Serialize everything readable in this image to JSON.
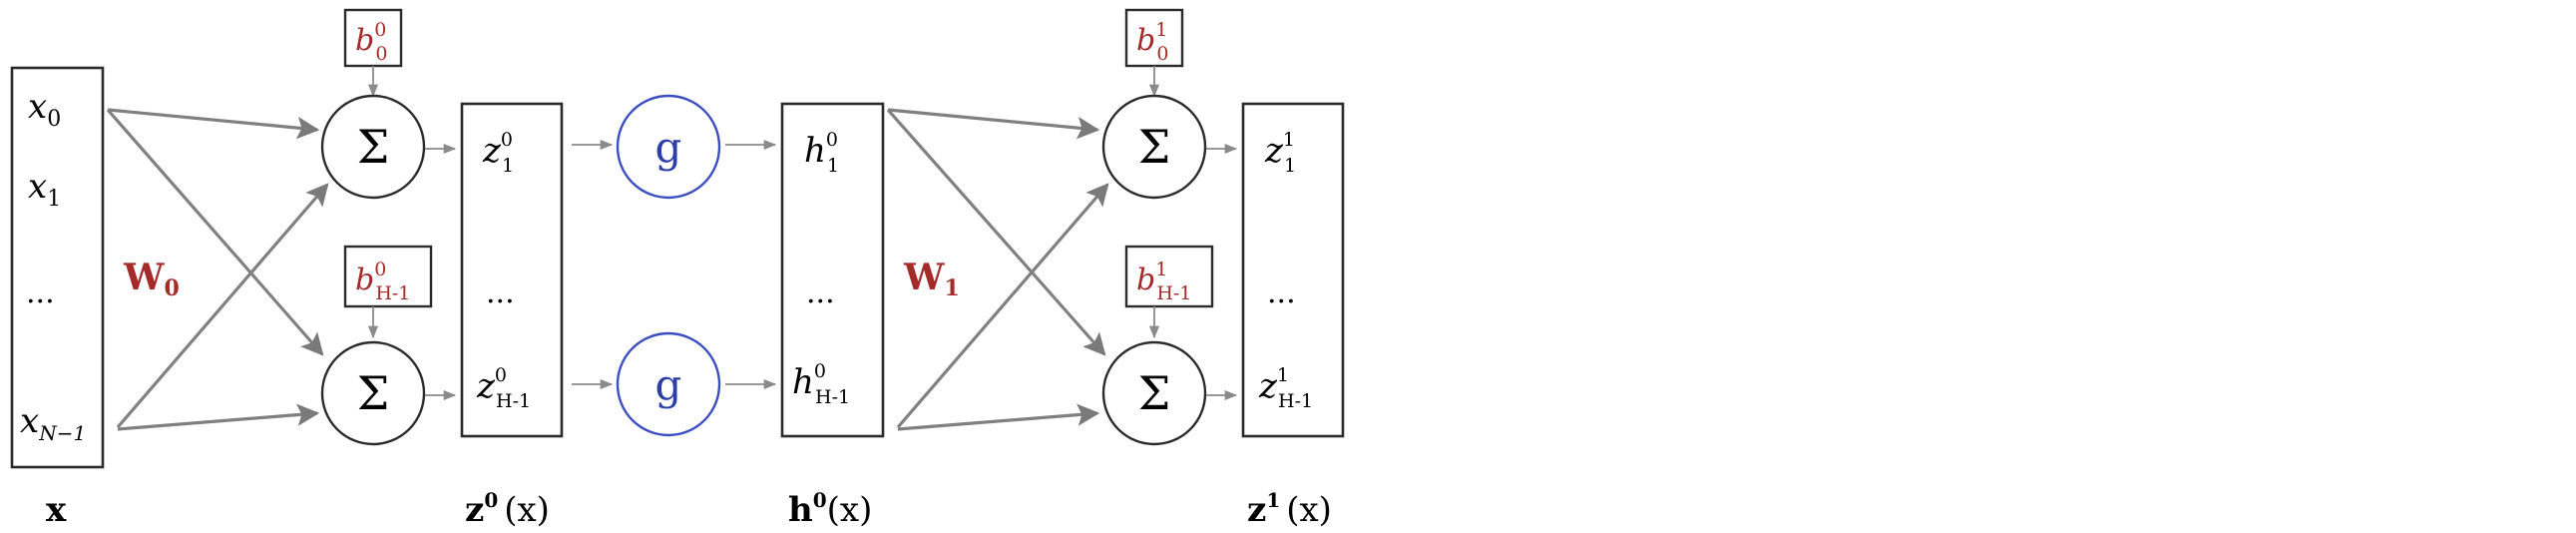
{
  "input_vector": {
    "entries": [
      "x",
      "x",
      "...",
      "x"
    ],
    "subscripts": [
      "0",
      "1",
      "",
      "N−1"
    ],
    "label": "x"
  },
  "weights": {
    "w0": {
      "base": "W",
      "sub": "0",
      "color": "#a52a2a"
    },
    "w1": {
      "base": "W",
      "sub": "1",
      "color": "#a52a2a"
    }
  },
  "bias": {
    "b0_0": {
      "base": "b",
      "sup": "0",
      "sub": "0"
    },
    "b0_H": {
      "base": "b",
      "sup": "0",
      "sub": "H-1"
    },
    "b1_0": {
      "base": "b",
      "sup": "1",
      "sub": "0"
    },
    "b1_H": {
      "base": "b",
      "sup": "1",
      "sub": "H-1"
    },
    "color": "#a52a2a"
  },
  "sum_symbol": "Σ",
  "activation_symbol": "g",
  "activation_color": "#2c3fa8",
  "z0_vector": {
    "top": {
      "base": "z",
      "sup": "0",
      "sub": "1"
    },
    "dots": "...",
    "bottom": {
      "base": "z",
      "sup": "0",
      "sub": "H-1"
    },
    "label": {
      "base": "z",
      "sup": "0",
      "arg": "(x)"
    }
  },
  "h0_vector": {
    "top": {
      "base": "h",
      "sup": "0",
      "sub": "1"
    },
    "dots": "...",
    "bottom": {
      "base": "h",
      "sup": "0",
      "sub": "H-1"
    },
    "label": {
      "base": "h",
      "sup": "0",
      "arg": "(x)"
    }
  },
  "z1_vector": {
    "top": {
      "base": "z",
      "sup": "1",
      "sub": "1"
    },
    "dots": "...",
    "bottom": {
      "base": "z",
      "sup": "1",
      "sub": "H-1"
    },
    "label": {
      "base": "z",
      "sup": "1",
      "arg": "(x)"
    }
  }
}
